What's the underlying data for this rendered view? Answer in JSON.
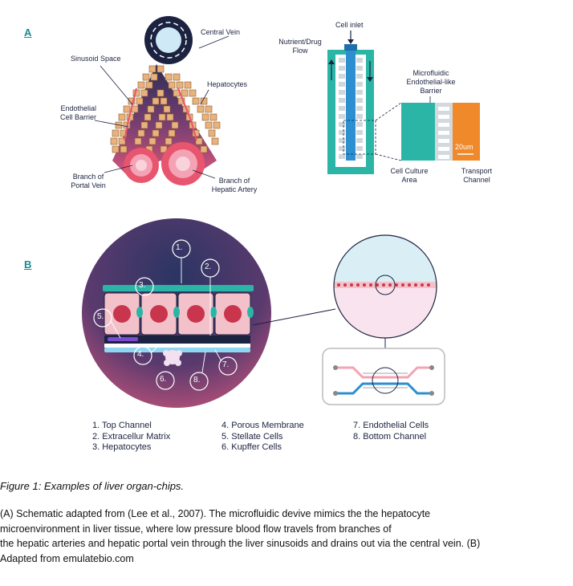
{
  "panels": {
    "a_letter": "A",
    "b_letter": "B"
  },
  "panel_a": {
    "liver": {
      "central_vein": "Central Vein",
      "sinusoid_space": "Sinusoid Space",
      "hepatocytes": "Hepatocytes",
      "endothelial_barrier_l1": "Endothelial",
      "endothelial_barrier_l2": "Cell Barrier",
      "portal_vein_l1": "Branch of",
      "portal_vein_l2": "Portal Vein",
      "hepatic_artery_l1": "Branch of",
      "hepatic_artery_l2": "Hepatic Artery"
    },
    "device": {
      "cell_inlet": "Cell inlet",
      "nutrient_flow_l1": "Nutrient/Drug",
      "nutrient_flow_l2": "Flow",
      "barrier_l1": "Microfluidic",
      "barrier_l2": "Endothelial-like",
      "barrier_l3": "Barrier",
      "culture_l1": "Cell Culture",
      "culture_l2": "Area",
      "transport_l1": "Transport",
      "transport_l2": "Channel",
      "scale": "20um"
    }
  },
  "panel_b": {
    "markers": [
      "1.",
      "2.",
      "3.",
      "4.",
      "5.",
      "6.",
      "7.",
      "8."
    ],
    "legend": {
      "col1": [
        "1. Top Channel",
        "2. Extracellur Matrix",
        "3. Hepatocytes"
      ],
      "col2": [
        "4. Porous Membrane",
        "5. Stellate Cells",
        "6. Kupffer Cells"
      ],
      "col3": [
        "7. Endothelial Cells",
        "8. Bottom Channel"
      ]
    }
  },
  "caption": {
    "title": "Figure 1: Examples of liver organ-chips.",
    "line1": "(A) Schematic adapted from (Lee et al., 2007). The microfluidic devive mimics the the hepatocyte",
    "line2": "microenvironment in liver tissue, where low pressure blood flow travels from branches of",
    "line3": "the hepatic arteries and hepatic portal vein through the liver sinusoids and drains out via the central vein. (B)",
    "line4": "Adapted from emulatebio.com"
  },
  "colors": {
    "navy": "#1c2340",
    "teal": "#2bb5a6",
    "pink": "#e8556f",
    "orange": "#f0892a",
    "hepatocyte_tan": "#e8b27e",
    "blue": "#2b8fd0"
  }
}
